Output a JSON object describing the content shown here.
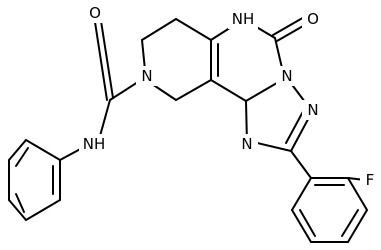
{
  "structure": {
    "atom_labels": {
      "nh_ring": "NH",
      "oxo": "O",
      "n_triazole_top": "N",
      "n_triazole_right": "N",
      "n_triazole_left": "N",
      "n_piperidine": "N",
      "carbonyl_o": "O",
      "nh_amide": "NH",
      "fluorine": "F"
    },
    "colors": {
      "bond": "#000000",
      "label": "#000000",
      "background": "#ffffff"
    }
  }
}
